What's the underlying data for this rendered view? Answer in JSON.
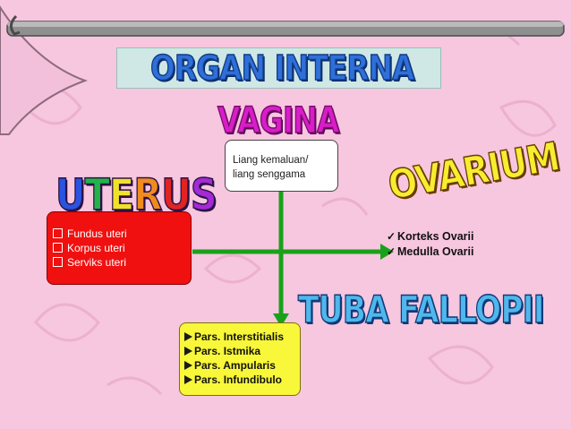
{
  "title": "ORGAN INTERNA",
  "colors": {
    "background": "#f7c6df",
    "arrow": "#1aa11a",
    "uterus_box": "#f01010",
    "tuba_box": "#f8f73a",
    "banner": "#cfe8e5"
  },
  "vagina": {
    "heading": "VAGINA",
    "lines": [
      "Liang kemaluan/",
      "liang senggama"
    ]
  },
  "uterus": {
    "heading": "UTERUS",
    "items": [
      "Fundus uteri",
      "Korpus uteri",
      "Serviks uteri"
    ],
    "bullet_icon": "checkbox-square-icon"
  },
  "ovarium": {
    "heading": "OVARIUM",
    "items": [
      "Korteks Ovarii",
      "Medulla Ovarii"
    ],
    "bullet_icon": "check-icon"
  },
  "tuba": {
    "heading": "TUBA FALLOPII",
    "items": [
      "Pars. Interstitialis",
      "Pars. Istmika",
      "Pars. Ampularis",
      "Pars. Infundibulo"
    ],
    "bullet_icon": "arrow-right-icon"
  }
}
